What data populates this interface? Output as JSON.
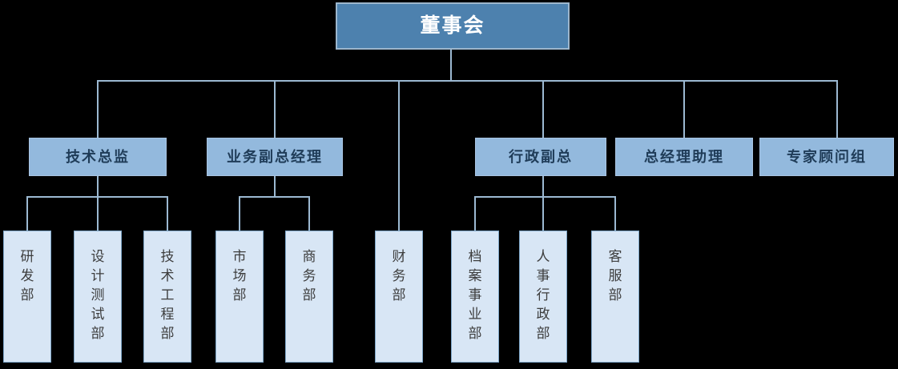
{
  "colors": {
    "bg": "#000000",
    "root_fill": "#4d81ae",
    "root_border": "#9cb6cd",
    "root_text": "#ffffff",
    "l2_fill": "#93b9dd",
    "l2_border": "#a9c4e2",
    "l2_text": "#1f3c58",
    "l3_fill": "#d8e6f5",
    "l3_border": "#7fa7c9",
    "l3_text": "#3d3d3d",
    "line": "#9cb9d2"
  },
  "org": {
    "type": "org-chart",
    "root": {
      "label": "董事会"
    },
    "level2": [
      {
        "label": "技术总监",
        "reports_to": "董事会"
      },
      {
        "label": "业务副总经理",
        "reports_to": "董事会"
      },
      {
        "label": "行政副总",
        "reports_to": "董事会"
      },
      {
        "label": "总经理助理",
        "reports_to": "董事会"
      },
      {
        "label": "专家顾问组",
        "reports_to": "董事会"
      }
    ],
    "level3": [
      {
        "label": "研发部",
        "reports_to": "技术总监"
      },
      {
        "label": "设计测试部",
        "reports_to": "技术总监"
      },
      {
        "label": "技术工程部",
        "reports_to": "技术总监"
      },
      {
        "label": "市场部",
        "reports_to": "业务副总经理"
      },
      {
        "label": "商务部",
        "reports_to": "业务副总经理"
      },
      {
        "label": "财务部",
        "reports_to": "董事会"
      },
      {
        "label": "档案事业部",
        "reports_to": "行政副总"
      },
      {
        "label": "人事行政部",
        "reports_to": "行政副总"
      },
      {
        "label": "客服部",
        "reports_to": "行政副总"
      }
    ]
  }
}
